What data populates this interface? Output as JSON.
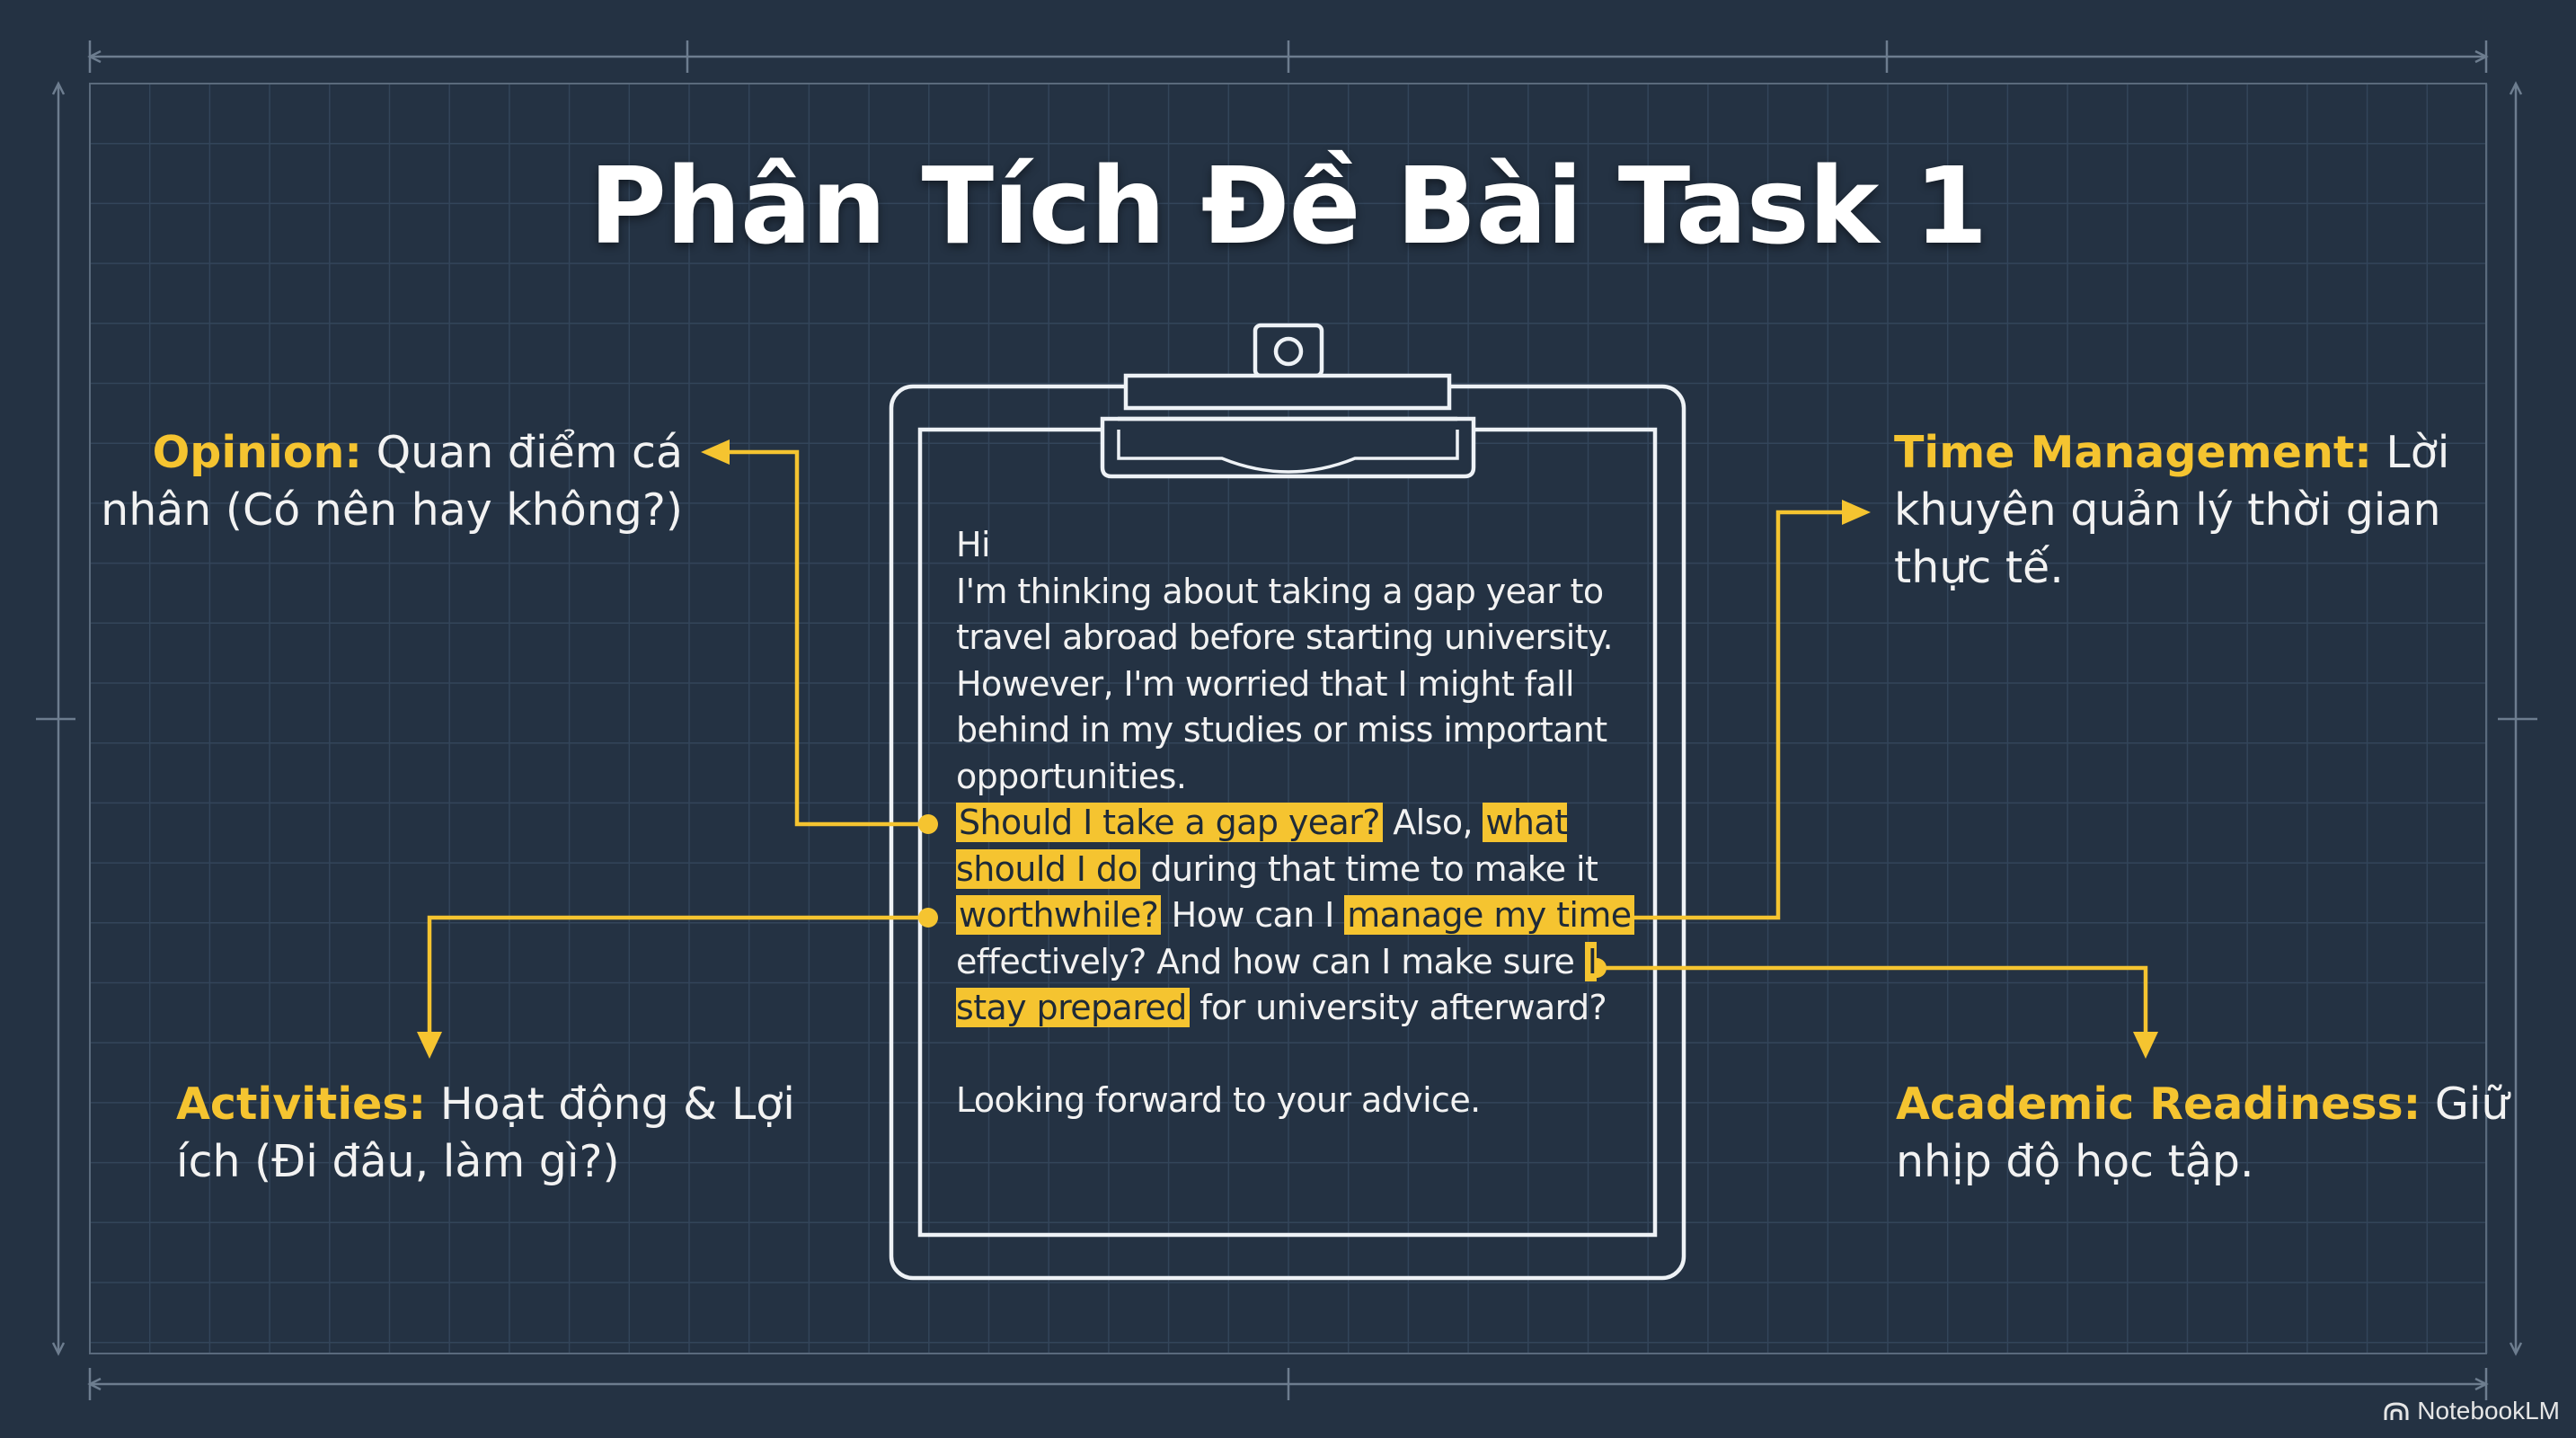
{
  "title": "Phân Tích Đề Bài Task 1",
  "colors": {
    "background": "#243243",
    "accent": "#f5c430",
    "line": "#eef2f6",
    "grid": "#33455a",
    "text": "#f2f2f2"
  },
  "callouts": {
    "opinion": {
      "keyword": "Opinion:",
      "text": " Quan điểm cá nhân (Có nên hay không?)"
    },
    "time_management": {
      "keyword": "Time Management:",
      "text": " Lời khuyên quản lý thời gian thực tế."
    },
    "activities": {
      "keyword": "Activities:",
      "text": " Hoạt động & Lợi ích (Đi đâu, làm gì?)"
    },
    "academic_readiness": {
      "keyword": "Academic Readiness:",
      "text": " Giữ nhịp độ học tập."
    }
  },
  "letter": {
    "greeting": "Hi",
    "intro": "I'm thinking about taking a gap year to travel abroad before starting university. However, I'm worried that I might fall behind in my studies or miss important opportunities.",
    "q1": "Should I take a gap year?",
    "t1": " Also, ",
    "q2": "what should I do",
    "t2": " during that time to make it ",
    "q2b": "worthwhile?",
    "t3": " How can I ",
    "q3": "manage my time",
    "t4": " effectively? And how can I make sure ",
    "q4": "I stay prepared",
    "t5": " for university afterward?",
    "closing": "Looking forward to your advice."
  },
  "brand": {
    "icon": "notebooklm-icon",
    "name": "NotebookLM"
  }
}
